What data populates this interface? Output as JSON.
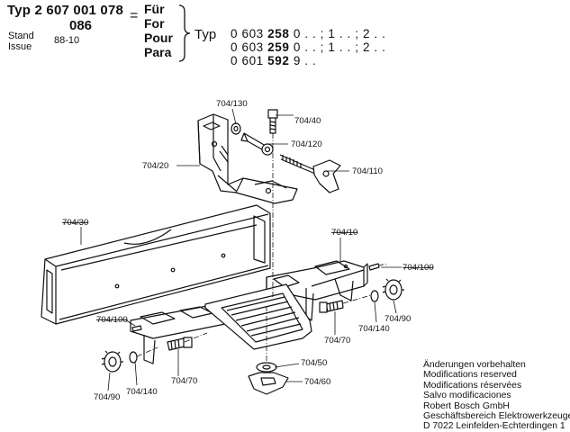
{
  "header": {
    "typ_label": "Typ 2 607 001 078",
    "typ_suffix": "086",
    "equals": "=",
    "stand": "Stand",
    "issue": "Issue",
    "issue_value": "88-10",
    "languages": [
      "Für",
      "For",
      "Pour",
      "Para"
    ],
    "target_typ": "Typ",
    "targets": [
      {
        "prefix": "0 603 ",
        "bold": "258",
        "suffix": " 0 . . ; 1 . . ; 2 . ."
      },
      {
        "prefix": "0 603 ",
        "bold": "259",
        "suffix": " 0 . . ; 1 . . ; 2 . ."
      },
      {
        "prefix": "0 601 ",
        "bold": "592",
        "suffix": " 9 . ."
      }
    ]
  },
  "part_labels": {
    "p704_130": "704/130",
    "p704_40": "704/40",
    "p704_120": "704/120",
    "p704_110": "704/110",
    "p704_20": "704/20",
    "p704_30": "704/30",
    "p704_10": "704/10",
    "p704_100a": "704/100",
    "p704_100b": "704/100",
    "p704_70a": "704/70",
    "p704_70b": "704/70",
    "p704_140a": "704/140",
    "p704_140b": "704/140",
    "p704_90a": "704/90",
    "p704_90b": "704/90",
    "p704_50": "704/50",
    "p704_60": "704/60"
  },
  "notes": [
    "Änderungen vorbehalten",
    "Modifications reserved",
    "Modifications réservées",
    "Salvo modificaciones",
    "Robert Bosch GmbH",
    "Geschäftsbereich Elektrowerkzeuge",
    "D 7022 Leinfelden-Echterdingen 1"
  ]
}
